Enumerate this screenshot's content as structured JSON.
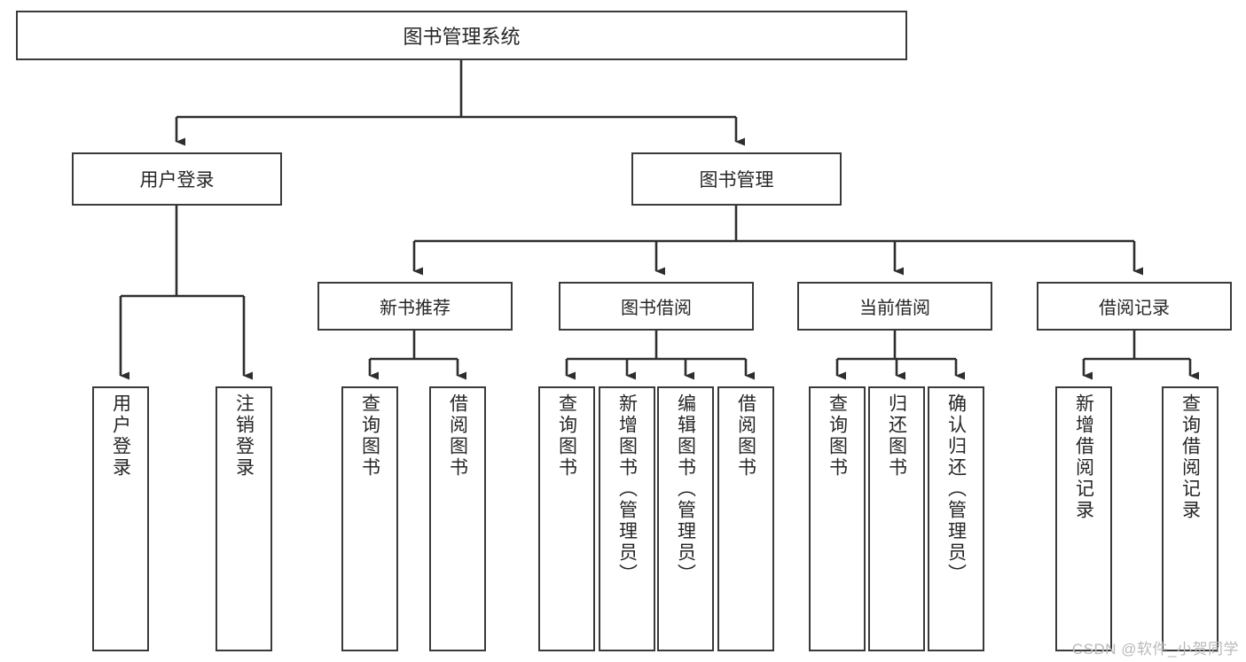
{
  "diagram": {
    "type": "tree-hierarchy",
    "title": "图书管理系统",
    "watermark": "CSDN @软件_小贺同学",
    "colors": {
      "box_border": "#3a3a3a",
      "box_fill": "#ffffff",
      "connector": "#2e2e2e",
      "text": "#262626",
      "watermark": "#b9b9b9"
    },
    "root": {
      "label": "图书管理系统"
    },
    "level1": [
      {
        "label": "用户登录"
      },
      {
        "label": "图书管理"
      }
    ],
    "level2": [
      {
        "label": "新书推荐"
      },
      {
        "label": "图书借阅"
      },
      {
        "label": "当前借阅"
      },
      {
        "label": "借阅记录"
      }
    ],
    "leaves": {
      "user_login": [
        {
          "label": "用户登录"
        },
        {
          "label": "注销登录"
        }
      ],
      "new_book_recommend": [
        {
          "label": "查询图书"
        },
        {
          "label": "借阅图书"
        }
      ],
      "book_borrow": [
        {
          "label": "查询图书"
        },
        {
          "label": "新增图书（管理员）"
        },
        {
          "label": "编辑图书（管理员）"
        },
        {
          "label": "借阅图书"
        }
      ],
      "current_borrow": [
        {
          "label": "查询图书"
        },
        {
          "label": "归还图书"
        },
        {
          "label": "确认归还（管理员）"
        }
      ],
      "borrow_records": [
        {
          "label": "新增借阅记录"
        },
        {
          "label": "查询借阅记录"
        }
      ]
    }
  }
}
